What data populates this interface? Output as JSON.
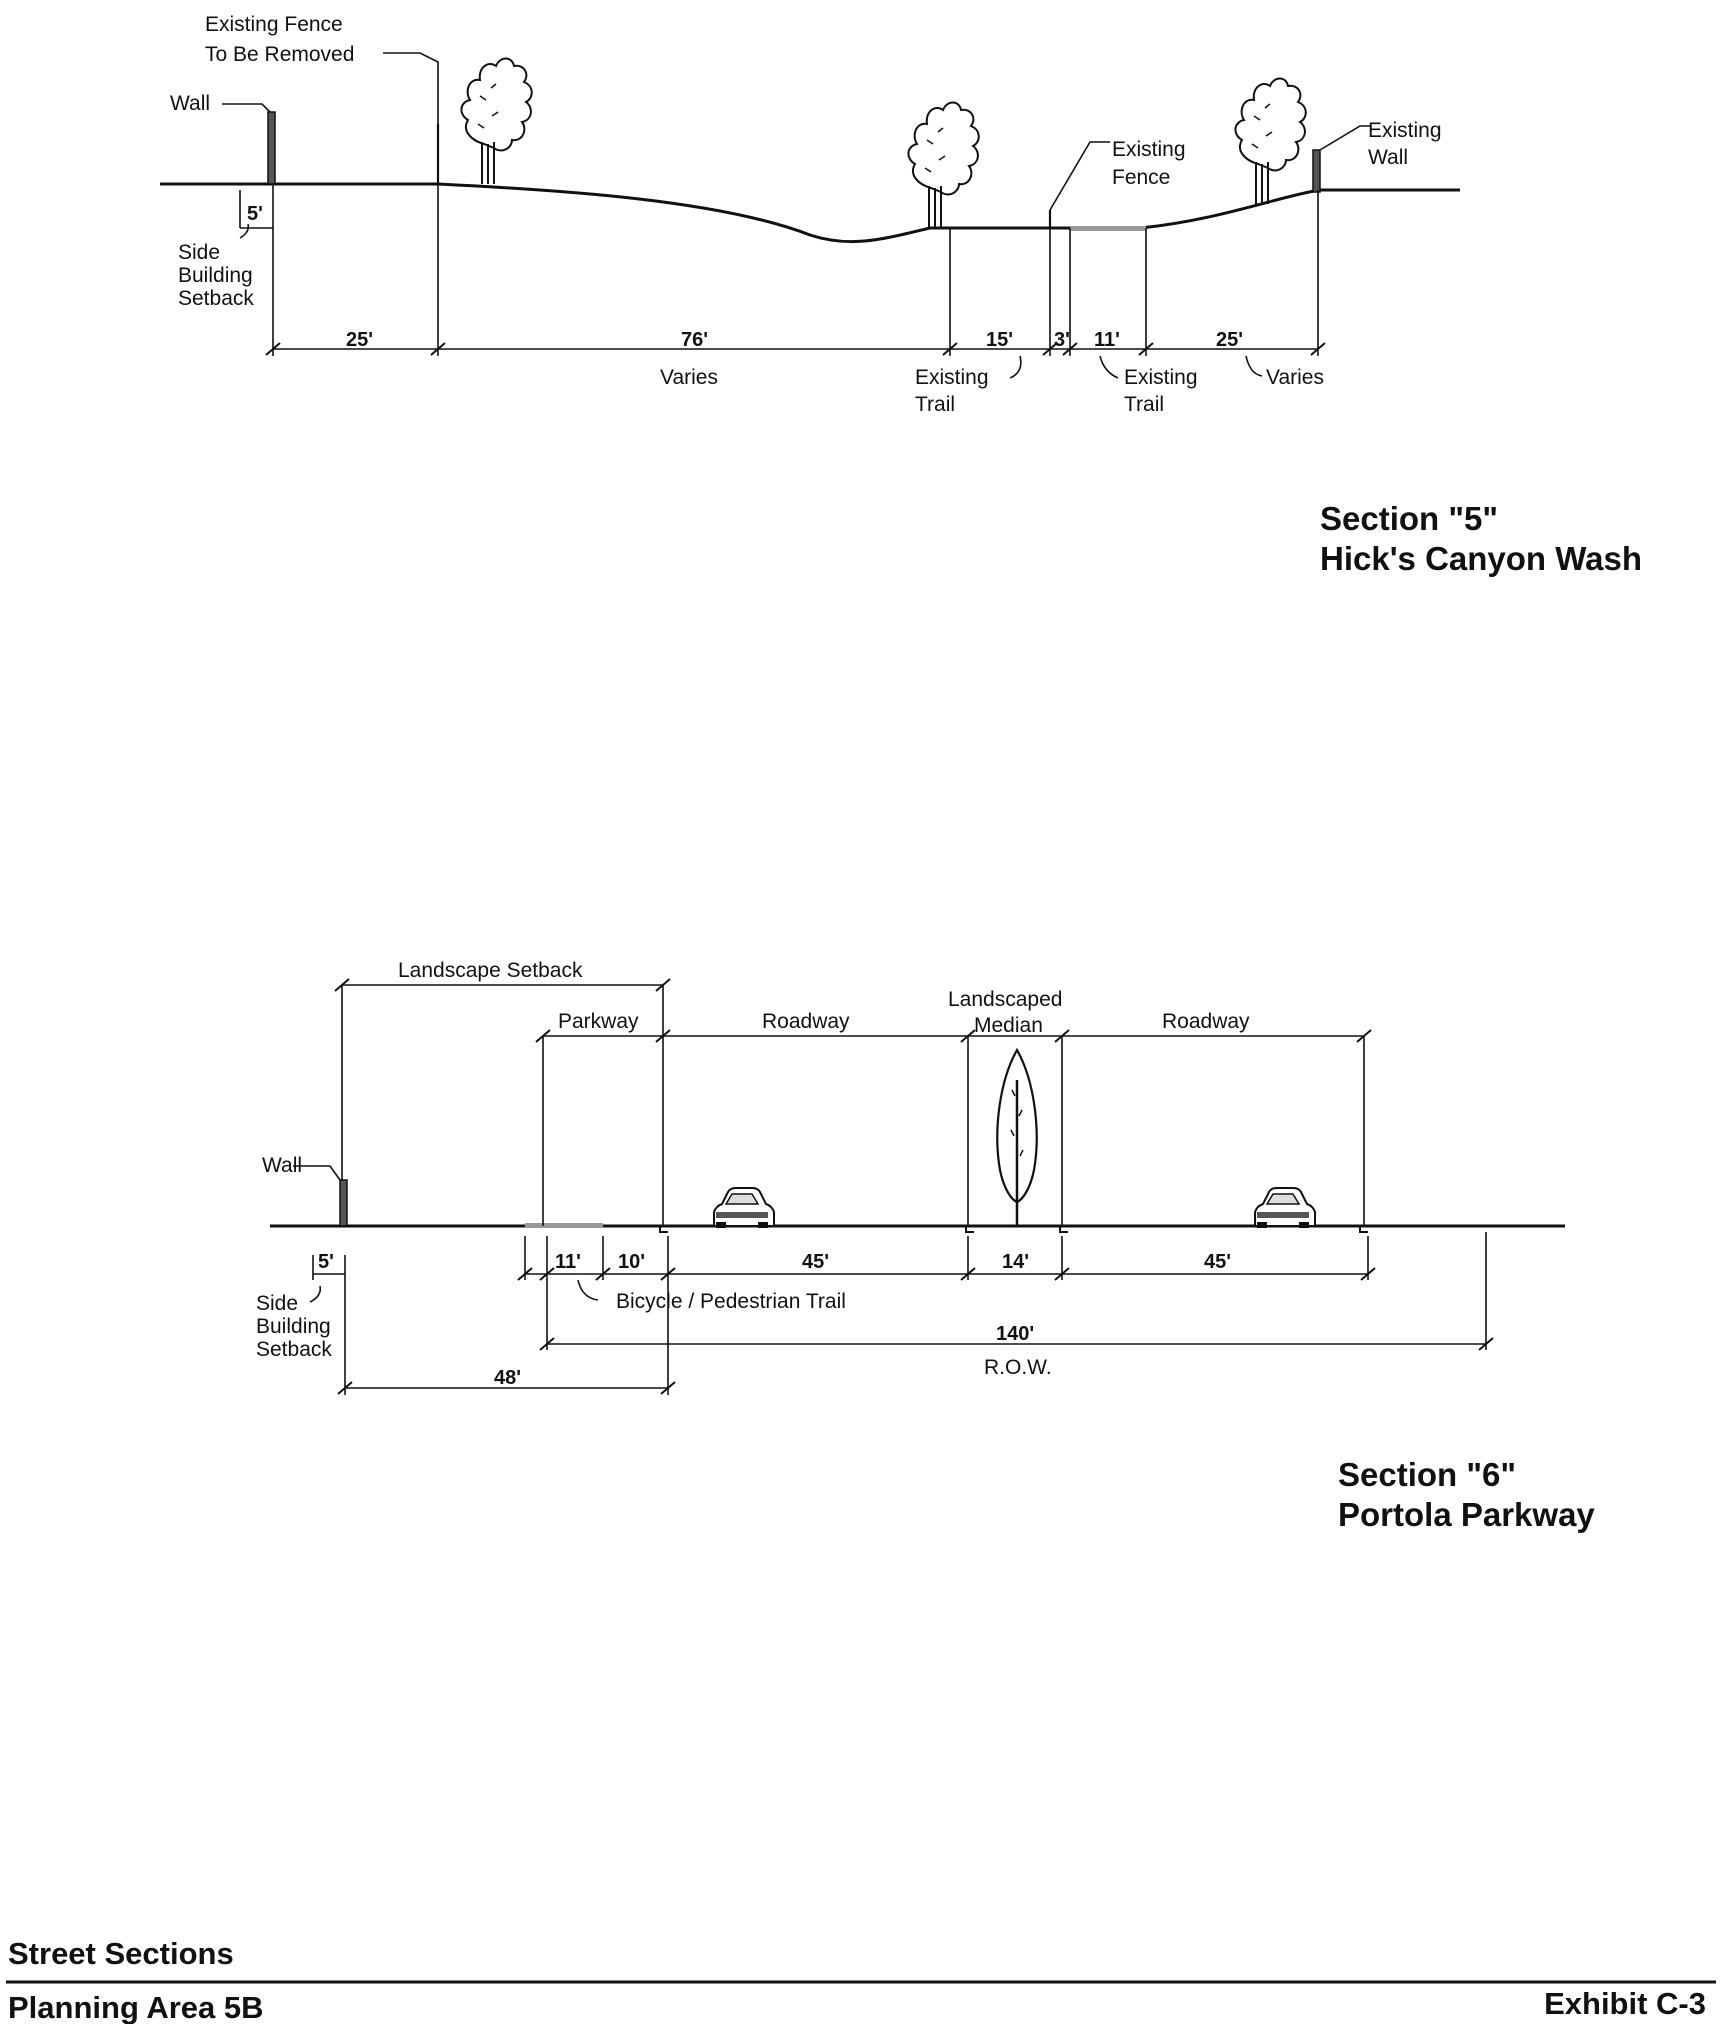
{
  "section5": {
    "title": "Section \"5\"",
    "subtitle": "Hick's Canyon Wash",
    "labels": {
      "existing_fence_removed_1": "Existing Fence",
      "existing_fence_removed_2": "To Be Removed",
      "wall": "Wall",
      "existing_fence_1": "Existing",
      "existing_fence_2": "Fence",
      "existing_wall_1": "Existing",
      "existing_wall_2": "Wall",
      "side_1": "Side",
      "side_2": "Building",
      "side_3": "Setback",
      "varies_center": "Varies",
      "existing_trail_a_1": "Existing",
      "existing_trail_a_2": "Trail",
      "existing_trail_b_1": "Existing",
      "existing_trail_b_2": "Trail",
      "varies_right": "Varies"
    },
    "dimensions": {
      "setback": "5'",
      "d1": "25'",
      "d2": "76'",
      "d3": "15'",
      "d4": "3'",
      "d5": "11'",
      "d6": "25'"
    }
  },
  "section6": {
    "title": "Section \"6\"",
    "subtitle": "Portola Parkway",
    "labels": {
      "landscape_setback": "Landscape Setback",
      "parkway": "Parkway",
      "roadway_left": "Roadway",
      "landscaped_1": "Landscaped",
      "landscaped_2": "Median",
      "roadway_right": "Roadway",
      "wall": "Wall",
      "side_1": "Side",
      "side_2": "Building",
      "side_3": "Setback",
      "bike_trail": "Bicycle / Pedestrian Trail",
      "row": "R.O.W."
    },
    "dimensions": {
      "setback": "5'",
      "d1": "11'",
      "d2": "10'",
      "d3": "45'",
      "d4": "14'",
      "d5": "45'",
      "total": "140'",
      "landscape": "48'"
    }
  },
  "footer": {
    "title": "Street Sections",
    "area": "Planning Area 5B",
    "exhibit": "Exhibit  C-3"
  }
}
